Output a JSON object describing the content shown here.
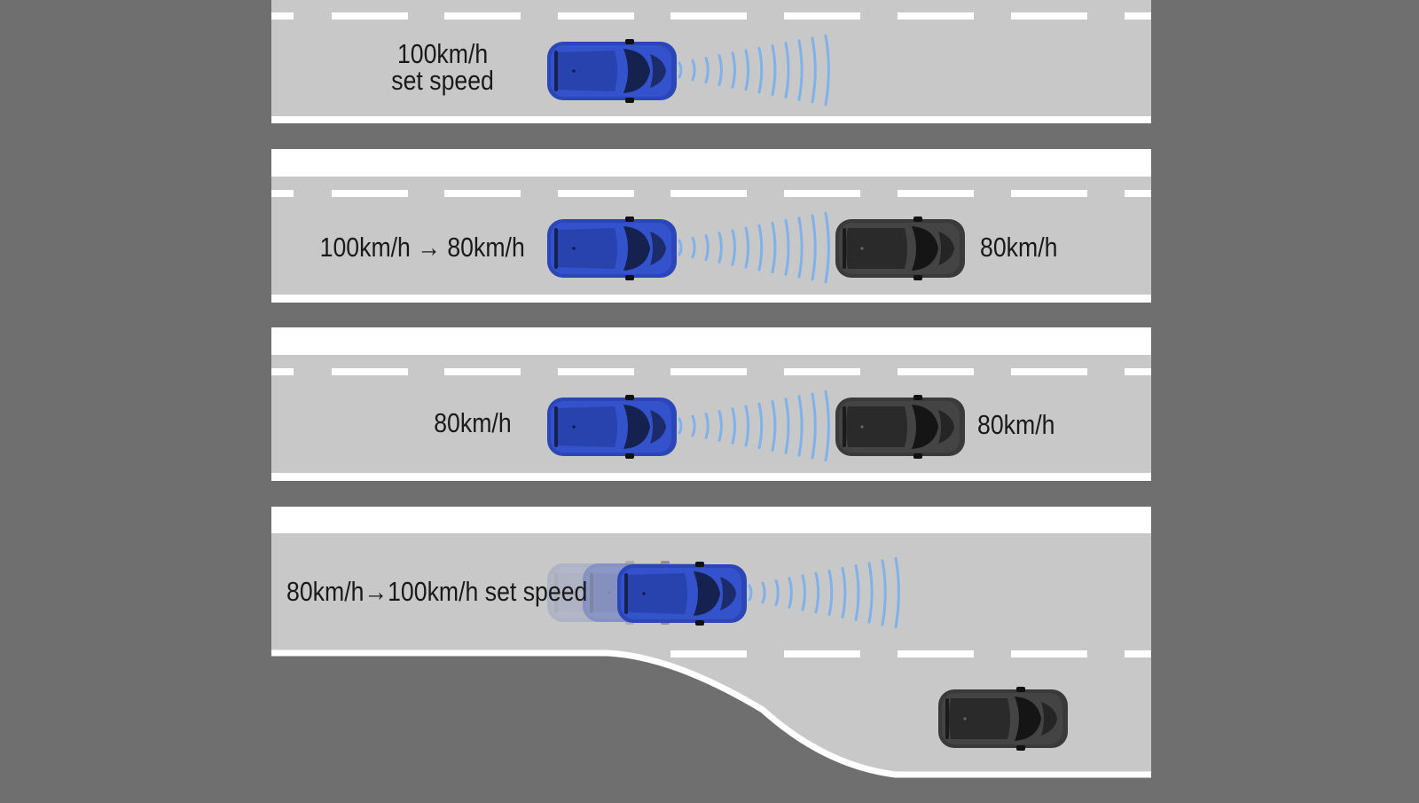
{
  "colors": {
    "background": "#6f6f6f",
    "road": "#c8c8c8",
    "lane_marking": "#ffffff",
    "subject_car_body": "#2a46b8",
    "subject_car_glass": "#15224f",
    "lead_car_body": "#3a3a3a",
    "lead_car_glass": "#151515",
    "radar_waves": "#7fb2ea"
  },
  "icons": {
    "subject_car": "blue-car-icon",
    "lead_car": "dark-car-icon",
    "radar": "radar-wave-icon"
  },
  "scenes": [
    {
      "id": "scene-1",
      "own_car_label": {
        "line1": "100km/h",
        "line2": "set speed"
      },
      "has_lead_car": false
    },
    {
      "id": "scene-2",
      "own_car_label": "100km/h → 80km/h",
      "lead_car_label": "80km/h",
      "has_lead_car": true
    },
    {
      "id": "scene-3",
      "own_car_label": "80km/h",
      "lead_car_label": "80km/h",
      "has_lead_car": true
    },
    {
      "id": "scene-4",
      "own_car_label": "80km/h→100km/h set speed",
      "has_lead_car": true,
      "lead_car_exits": true
    }
  ]
}
